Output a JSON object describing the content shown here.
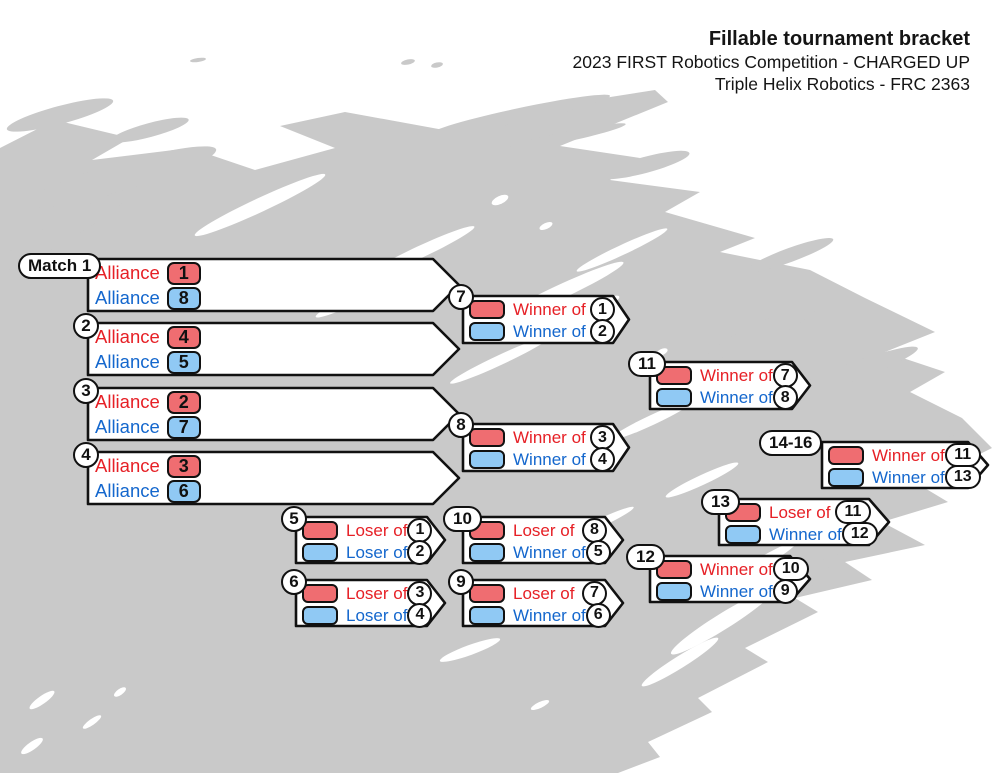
{
  "header": {
    "title": "Fillable tournament bracket",
    "subtitle1": "2023 FIRST Robotics Competition - CHARGED UP",
    "subtitle2": "Triple Helix Robotics - FRC 2363"
  },
  "colors": {
    "red_fill": "#ef6d71",
    "blue_fill": "#90c9f4",
    "red_text": "#e62026",
    "blue_text": "#1467cd",
    "splatter_gray": "#c9c9c9",
    "outline_black": "#111111"
  },
  "matches": [
    {
      "id": "m1",
      "label": "Match 1",
      "badge": "pill",
      "size": "large",
      "rows": [
        {
          "side": "red",
          "text": "Alliance",
          "value": "1"
        },
        {
          "side": "blue",
          "text": "Alliance",
          "value": "8"
        }
      ]
    },
    {
      "id": "m2",
      "label": "2",
      "badge": "circle",
      "size": "large",
      "rows": [
        {
          "side": "red",
          "text": "Alliance",
          "value": "4"
        },
        {
          "side": "blue",
          "text": "Alliance",
          "value": "5"
        }
      ]
    },
    {
      "id": "m3",
      "label": "3",
      "badge": "circle",
      "size": "large",
      "rows": [
        {
          "side": "red",
          "text": "Alliance",
          "value": "2"
        },
        {
          "side": "blue",
          "text": "Alliance",
          "value": "7"
        }
      ]
    },
    {
      "id": "m4",
      "label": "4",
      "badge": "circle",
      "size": "large",
      "rows": [
        {
          "side": "red",
          "text": "Alliance",
          "value": "3"
        },
        {
          "side": "blue",
          "text": "Alliance",
          "value": "6"
        }
      ]
    },
    {
      "id": "m7",
      "label": "7",
      "badge": "circle",
      "size": "small",
      "rows": [
        {
          "side": "red",
          "text": "Winner of",
          "ref": "1"
        },
        {
          "side": "blue",
          "text": "Winner of",
          "ref": "2"
        }
      ]
    },
    {
      "id": "m8",
      "label": "8",
      "badge": "circle",
      "size": "small",
      "rows": [
        {
          "side": "red",
          "text": "Winner of",
          "ref": "3"
        },
        {
          "side": "blue",
          "text": "Winner of",
          "ref": "4"
        }
      ]
    },
    {
      "id": "m5",
      "label": "5",
      "badge": "circle",
      "size": "small",
      "rows": [
        {
          "side": "red",
          "text": "Loser of",
          "ref": "1"
        },
        {
          "side": "blue",
          "text": "Loser of",
          "ref": "2"
        }
      ]
    },
    {
      "id": "m6",
      "label": "6",
      "badge": "circle",
      "size": "small",
      "rows": [
        {
          "side": "red",
          "text": "Loser of",
          "ref": "3"
        },
        {
          "side": "blue",
          "text": "Loser of",
          "ref": "4"
        }
      ]
    },
    {
      "id": "m10",
      "label": "10",
      "badge": "pill",
      "size": "small",
      "rows": [
        {
          "side": "red",
          "text": "Loser of",
          "ref": "8"
        },
        {
          "side": "blue",
          "text": "Winner of",
          "ref": "5"
        }
      ]
    },
    {
      "id": "m9",
      "label": "9",
      "badge": "circle",
      "size": "small",
      "rows": [
        {
          "side": "red",
          "text": "Loser of",
          "ref": "7"
        },
        {
          "side": "blue",
          "text": "Winner of",
          "ref": "6"
        }
      ]
    },
    {
      "id": "m11",
      "label": "11",
      "badge": "pill",
      "size": "small",
      "rows": [
        {
          "side": "red",
          "text": "Winner of",
          "ref": "7"
        },
        {
          "side": "blue",
          "text": "Winner of",
          "ref": "8"
        }
      ]
    },
    {
      "id": "m12",
      "label": "12",
      "badge": "pill",
      "size": "small",
      "rows": [
        {
          "side": "red",
          "text": "Winner of",
          "ref": "10"
        },
        {
          "side": "blue",
          "text": "Winner of",
          "ref": "9"
        }
      ]
    },
    {
      "id": "m13",
      "label": "13",
      "badge": "pill",
      "size": "small",
      "rows": [
        {
          "side": "red",
          "text": "Loser of",
          "ref": "11"
        },
        {
          "side": "blue",
          "text": "Winner of",
          "ref": "12"
        }
      ]
    },
    {
      "id": "m14",
      "label": "14-16",
      "badge": "pill",
      "size": "small",
      "rows": [
        {
          "side": "red",
          "text": "Winner of",
          "ref": "11"
        },
        {
          "side": "blue",
          "text": "Winner of",
          "ref": "13"
        }
      ]
    }
  ]
}
